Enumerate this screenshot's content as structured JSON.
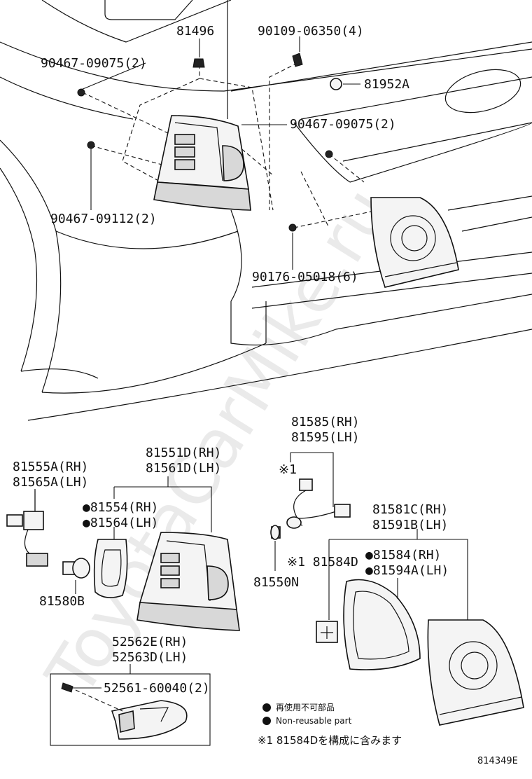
{
  "watermark": "ToyotaCarMike.ru",
  "labels": {
    "p81496": "81496",
    "p90109": "90109-06350(4)",
    "p90467_a": "90467-09075(2)",
    "p81952a": "81952A",
    "p90467_b": "90467-09075(2)",
    "p90467_09112": "90467-09112(2)",
    "p90176": "90176-05018(6)",
    "p81585": "81585(RH)",
    "p81595": "81595(LH)",
    "note_mark_1": "※1",
    "p81555a": "81555A(RH)",
    "p81565a": "81565A(LH)",
    "p81551d": "81551D(RH)",
    "p81561d": "81561D(LH)",
    "p81554": "●81554(RH)",
    "p81564": "●81564(LH)",
    "p81581c": "81581C(RH)",
    "p81591b": "81591B(LH)",
    "p81584": "●81584(RH)",
    "p81594a": "●81594A(LH)",
    "p81584d": "※1 81584D",
    "p81550n": "81550N",
    "p81580b": "81580B",
    "p52562e": "52562E(RH)",
    "p52563d": "52563D(LH)",
    "p52561": "52561-60040(2)"
  },
  "legend": {
    "line1": "再使用不可部品",
    "line2": "Non-reusable part",
    "note": "※1  81584Dを構成に含みます"
  },
  "diagram_code": "814349E"
}
